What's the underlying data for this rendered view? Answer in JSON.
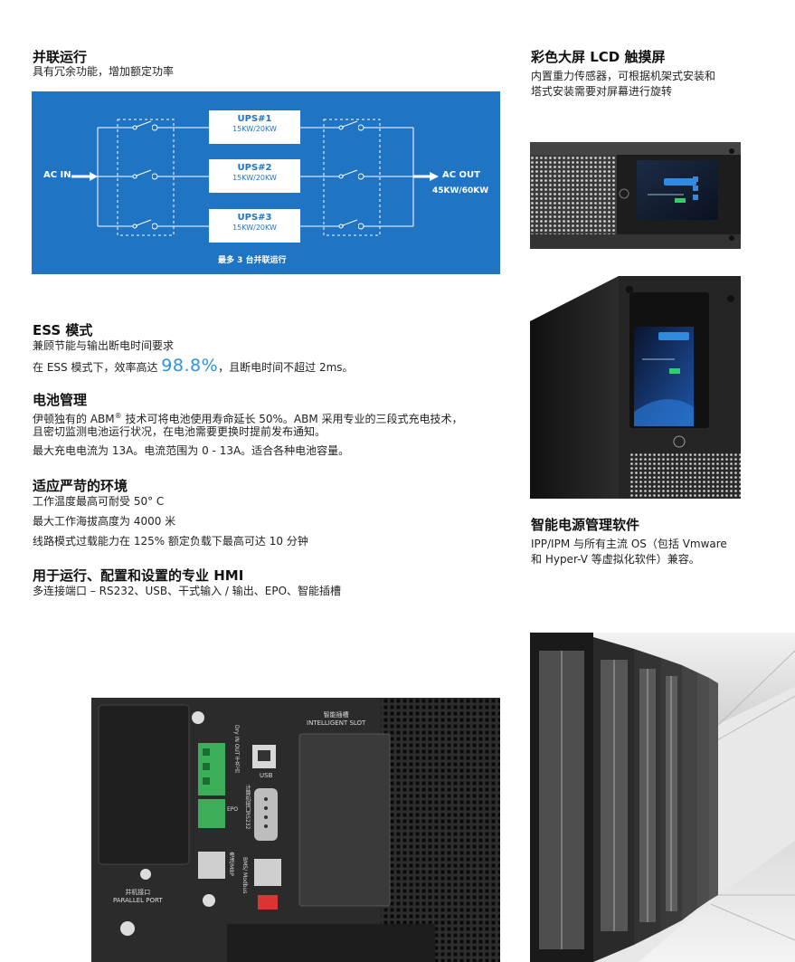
{
  "left": {
    "parallel": {
      "title": "并联运行",
      "desc": "具有冗余功能，增加额定功率"
    },
    "diagram": {
      "ac_in": "AC IN",
      "ac_out": "AC OUT",
      "ac_out_rating": "45KW/60KW",
      "ups": [
        {
          "name": "UPS#1",
          "rating": "15KW/20KW"
        },
        {
          "name": "UPS#2",
          "rating": "15KW/20KW"
        },
        {
          "name": "UPS#3",
          "rating": "15KW/20KW"
        }
      ],
      "footer": "最多 3 台并联运行"
    },
    "ess": {
      "title": "ESS 模式",
      "desc": "兼顾节能与输出断电时间要求",
      "line_prefix": "在 ESS 模式下，效率高达 ",
      "efficiency": "98.8%",
      "line_suffix": "，且断电时间不超过 2ms。"
    },
    "battery": {
      "title": "电池管理",
      "line1_pre": "伊顿独有的 ABM",
      "line1_sup": "®",
      "line1_post": " 技术可将电池使用寿命延长 50%。ABM 采用专业的三段式充电技术，",
      "line2": "且密切监测电池运行状况，在电池需要更换时提前发布通知。",
      "line3": "最大充电电流为 13A。电流范围为 0 - 13A。适合各种电池容量。"
    },
    "env": {
      "title": "适应严苛的环境",
      "line1": "工作温度最高可耐受 50°  C",
      "line2": "最大工作海拔高度为 4000 米",
      "line3": "线路模式过载能力在 125% 额定负载下最高可达 10 分钟"
    },
    "hmi": {
      "title": "用于运行、配置和设置的专业 HMI",
      "desc": "多连接端口 – RS232、USB、干式输入 / 输出、EPO、智能插槽"
    }
  },
  "right": {
    "lcd": {
      "title": "彩色大屏 LCD 触摸屏",
      "line1": "内置重力传感器，可根据机架式安装和",
      "line2": "塔式安装需要对屏幕进行旋转"
    },
    "software": {
      "title": "智能电源管理软件",
      "line1": "IPP/IPM 与所有主流 OS（包括 Vmware",
      "line2": "和 Hyper-V 等虚拟化软件）兼容。"
    }
  },
  "panel": {
    "intelligent_slot_cn": "智能插槽",
    "intelligent_slot_en": "INTELLIGENT SLOT",
    "parallel_port_cn": "并机接口",
    "parallel_port_en": "PARALLEL PORT",
    "usb": "USB",
    "dry_in_out": "Dry IN OUT 干节点",
    "rs232": "计算机接口RS232",
    "epo": "EPO",
    "bms": "BMS/ Modbus",
    "battery_mbp": "电池/MBP"
  },
  "colors": {
    "accent": "#1f74c4",
    "highlight": "#2e93d8"
  }
}
